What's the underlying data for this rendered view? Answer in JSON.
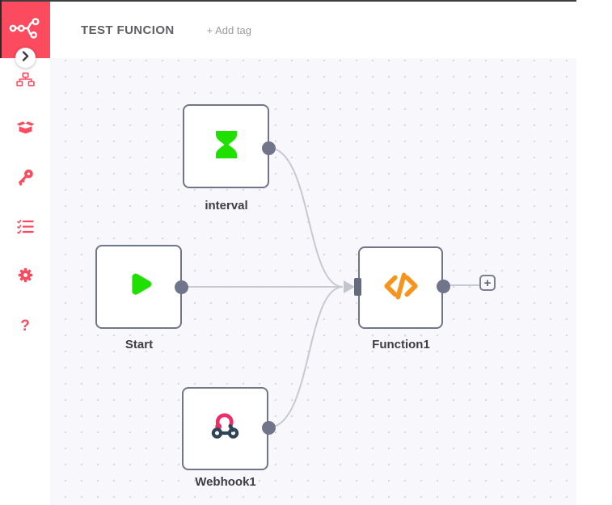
{
  "header": {
    "title": "TEST FUNCION",
    "add_tag_label": "+ Add tag"
  },
  "sidebar": {
    "logo": "n8n-node-graph-logo",
    "collapse_chevron_icon": "chevron-right-icon",
    "icons": [
      {
        "name": "sitemap-icon"
      },
      {
        "name": "open-box-icon"
      },
      {
        "name": "key-icon"
      },
      {
        "name": "checklist-icon"
      },
      {
        "name": "gear-icon"
      },
      {
        "name": "question-mark-icon",
        "glyph": "?"
      }
    ]
  },
  "canvas": {
    "nodes": [
      {
        "label": "interval",
        "icon": "hourglass-icon"
      },
      {
        "label": "Start",
        "icon": "play-icon"
      },
      {
        "label": "Webhook1",
        "icon": "webhook-icon"
      },
      {
        "label": "Function1",
        "icon": "code-icon"
      }
    ],
    "connections": [
      {
        "from": "interval",
        "to": "Function1"
      },
      {
        "from": "Start",
        "to": "Function1"
      },
      {
        "from": "Webhook1",
        "to": "Function1"
      }
    ],
    "add_node_button_label": "+"
  },
  "colors": {
    "brand_red": "#fc4a5e",
    "node_green": "#1fe000",
    "node_orange": "#f7941e",
    "webhook_pink": "#ed2e68",
    "webhook_dark": "#2f4454",
    "node_border": "#71758a",
    "connector_gray": "#c7c9d3",
    "canvas_bg": "#f8f7fb"
  }
}
